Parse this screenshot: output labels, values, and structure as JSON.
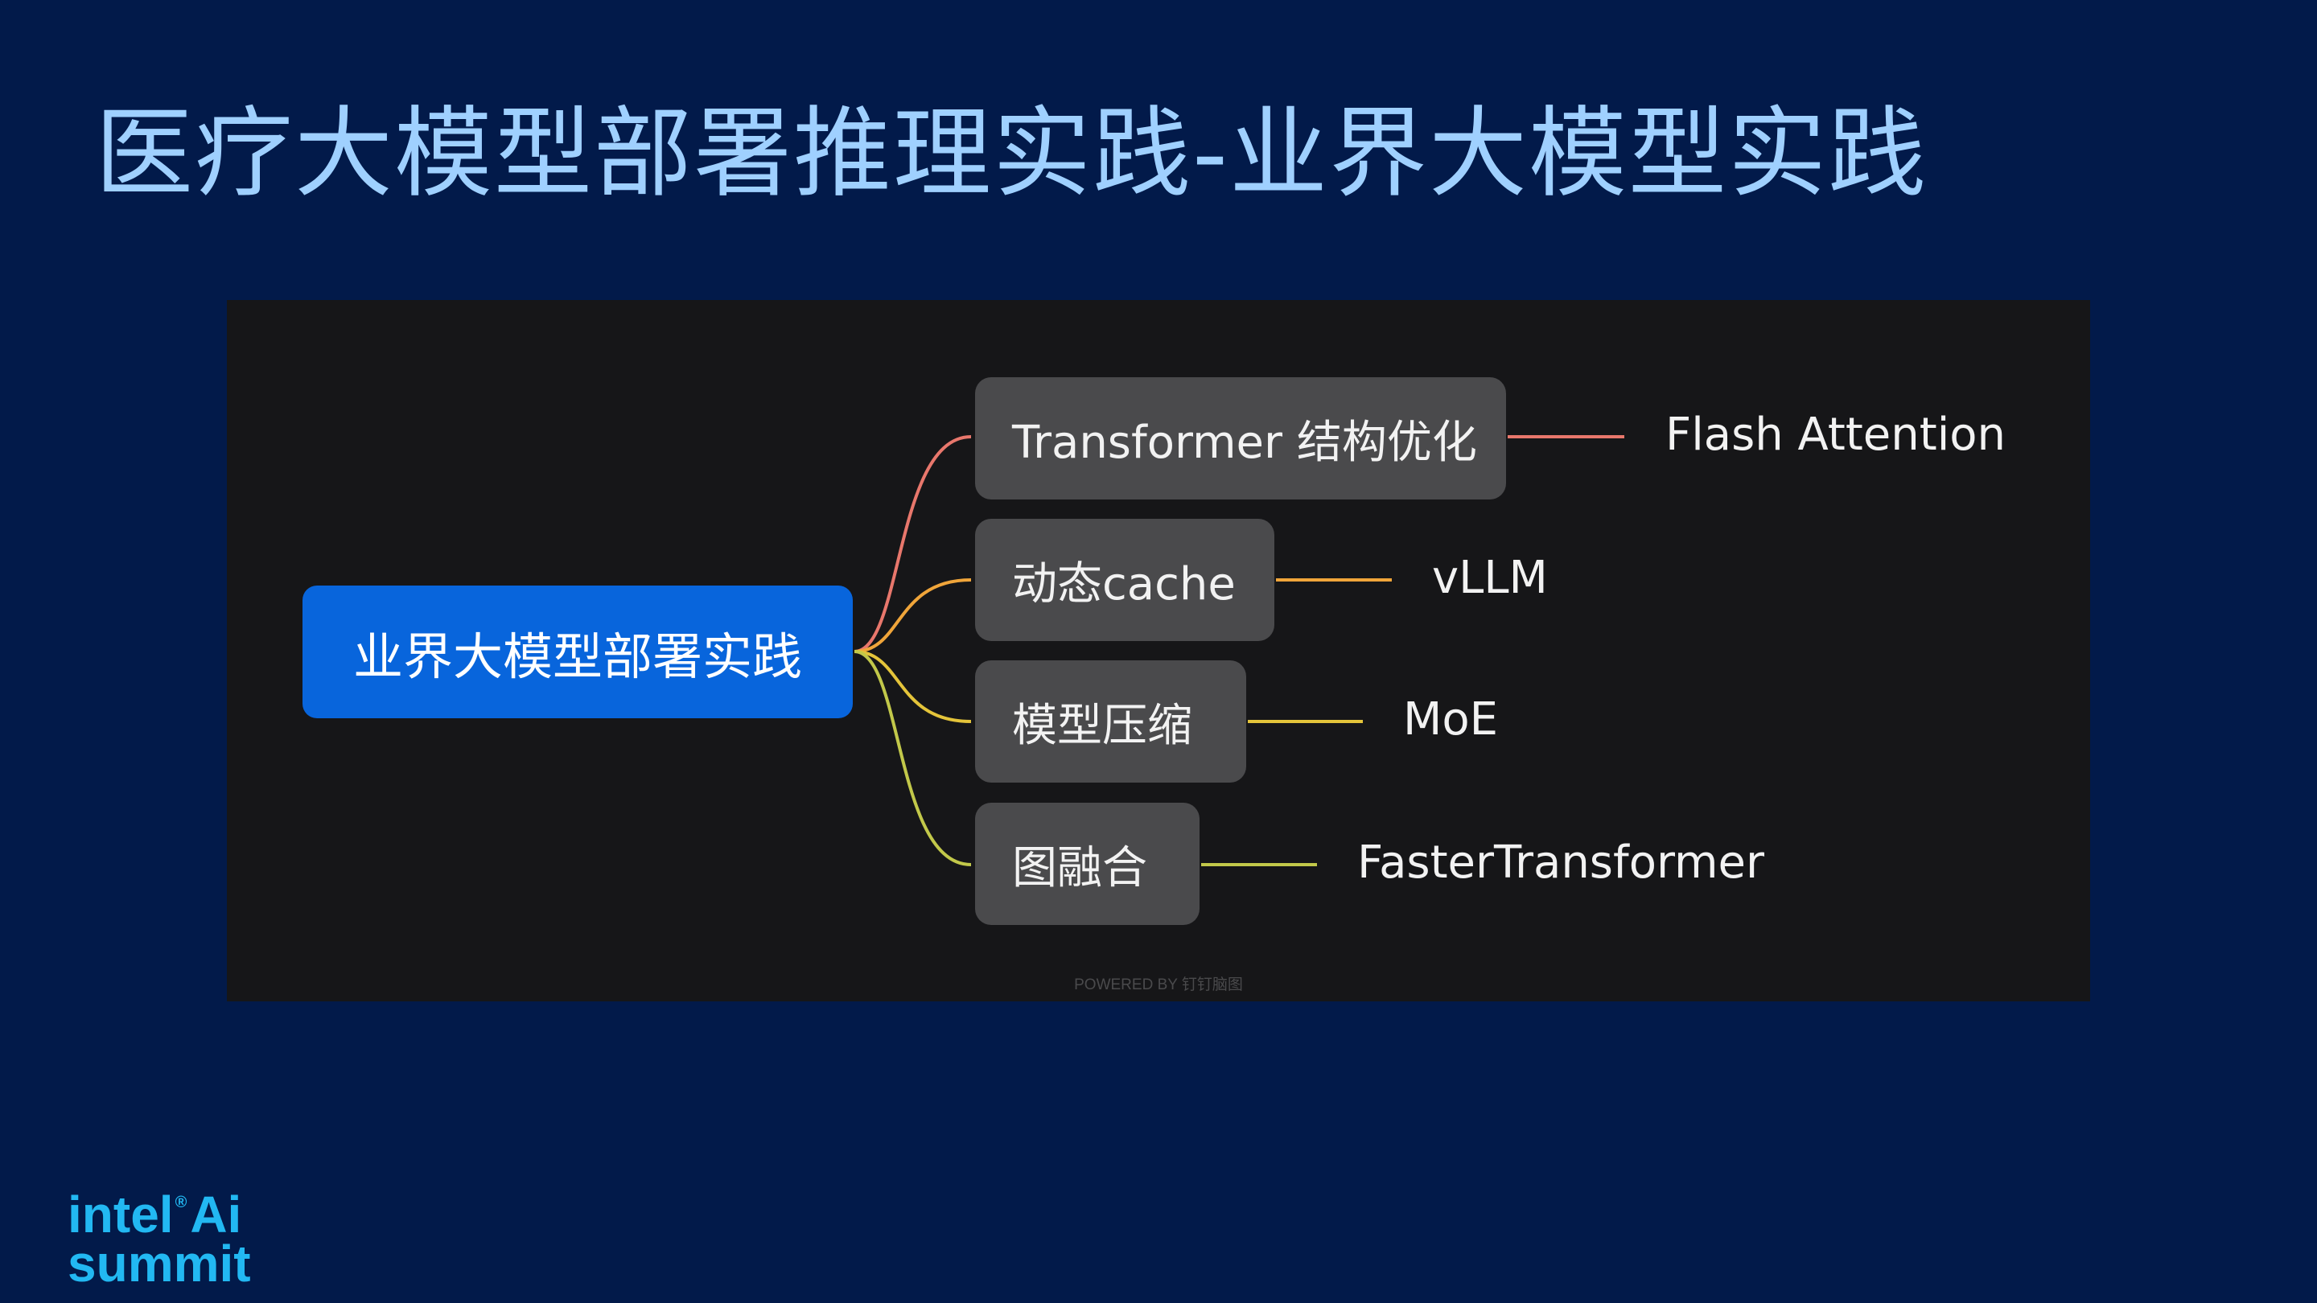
{
  "slide": {
    "title": "医疗大模型部署推理实践-业界大模型实践"
  },
  "diagram": {
    "root": {
      "label": "业界大模型部署实践",
      "color": "#0865dc"
    },
    "branches": [
      {
        "label": "Transformer 结构优化",
        "leaf": "Flash Attention",
        "color": "#e8776c"
      },
      {
        "label": "动态cache",
        "leaf": "vLLM",
        "color": "#f0a53a"
      },
      {
        "label": "模型压缩",
        "leaf": "MoE",
        "color": "#e4c43a"
      },
      {
        "label": "图融合",
        "leaf": "FasterTransformer",
        "color": "#c2c84a"
      }
    ],
    "watermark": "POWERED BY 钉钉脑图"
  },
  "brand": {
    "line1": "intel",
    "reg": "®",
    "line1_suffix": "Ai",
    "line2": "summit"
  }
}
